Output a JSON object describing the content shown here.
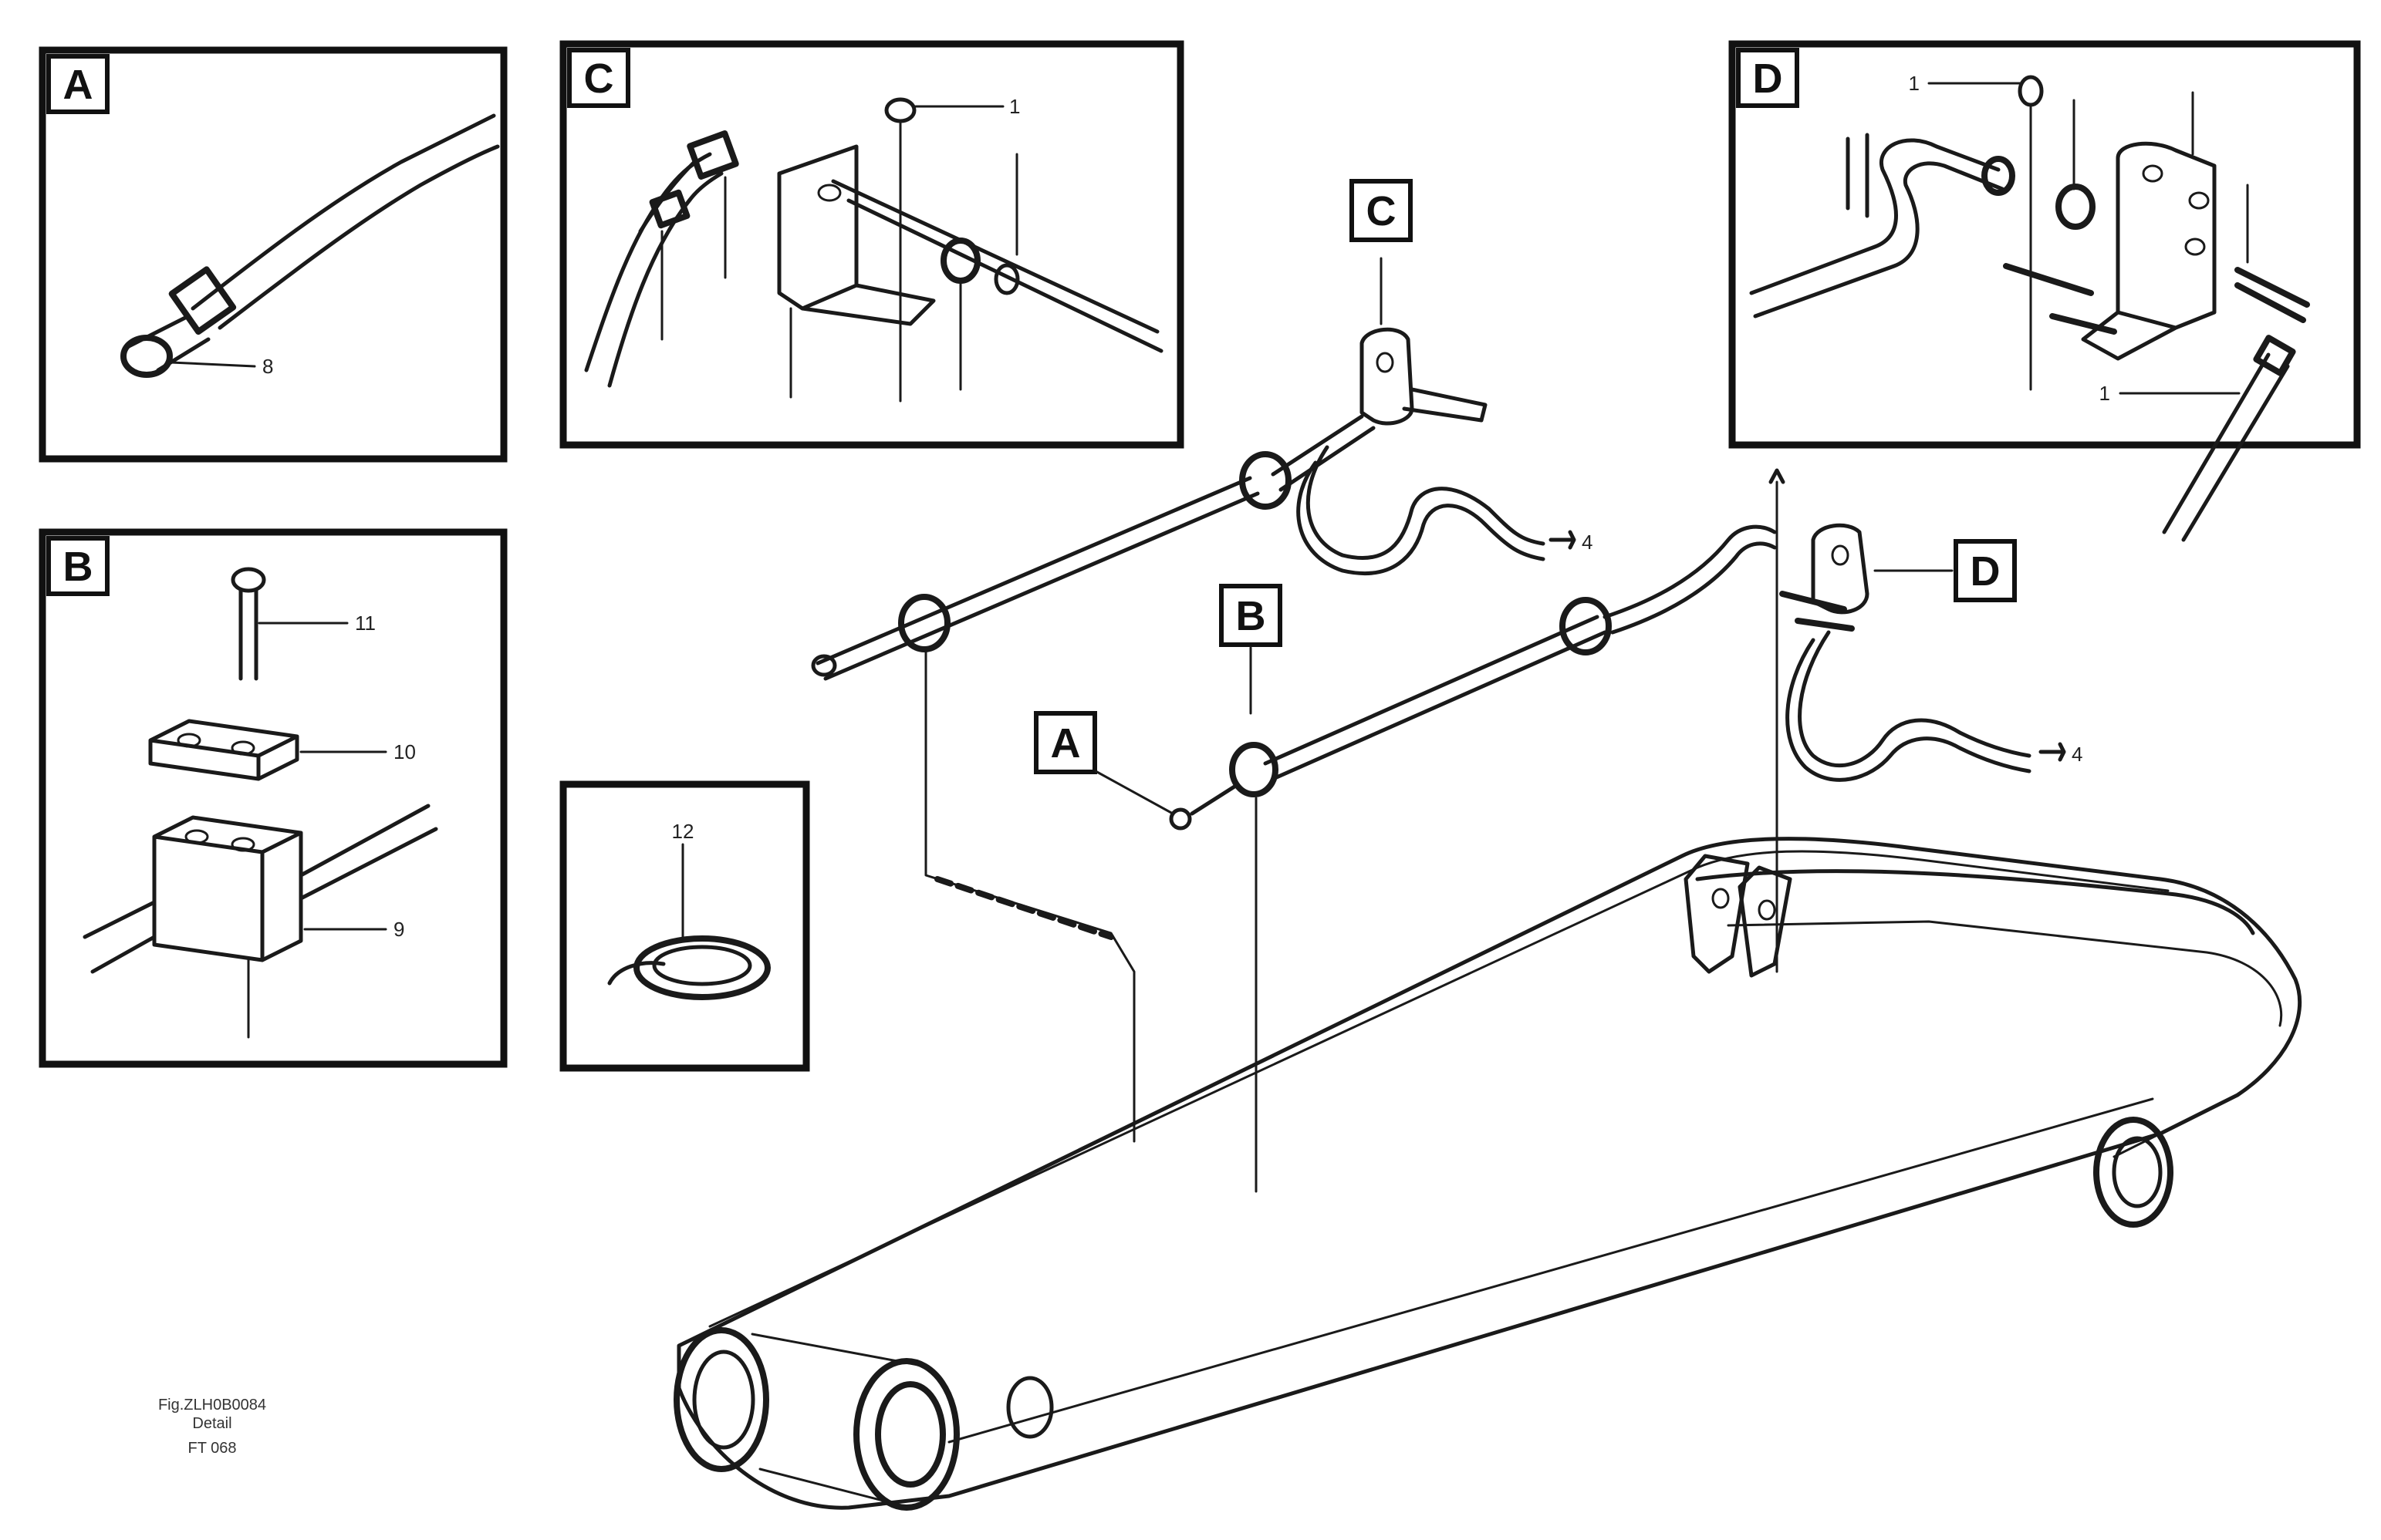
{
  "detail_tags": {
    "a": "A",
    "b": "B",
    "c": "C",
    "d": "D"
  },
  "callouts": {
    "a_fitting": "8",
    "b_bolt": "11",
    "b_plate": "10",
    "b_clamp": "9",
    "c_bolt": "1",
    "o_ring": "12",
    "d_top": "1",
    "d_side": "1",
    "hose_end_upper": "4",
    "hose_end_lower": "4"
  },
  "drawing_code": {
    "line1": "Fig.ZLH0B0084",
    "line2": "Detail",
    "line3": "FT 068"
  },
  "colors": {
    "ink": "#1a1a1a",
    "background": "#ffffff"
  }
}
